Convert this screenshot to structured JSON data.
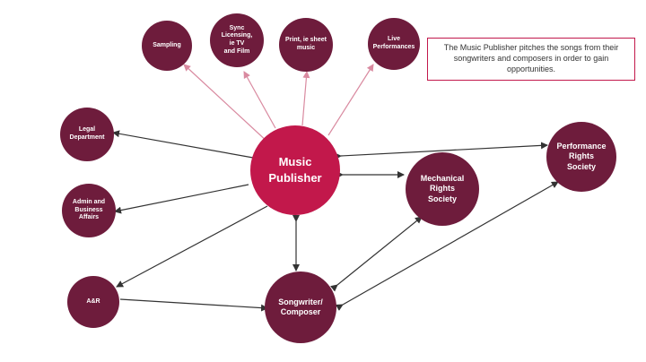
{
  "diagram": {
    "hub": {
      "label": "Music\nPublisher"
    },
    "nodes": {
      "sampling": "Sampling",
      "sync": "Sync\nLicensing,\nie TV\nand Film",
      "print": "Print, ie sheet\nmusic",
      "live": "Live\nPerformances",
      "legal": "Legal\nDepartment",
      "admin": "Admin and\nBusiness\nAffairs",
      "anr": "A&R",
      "songwriter": "Songwriter/\nComposer",
      "mechanical": "Mechanical\nRights\nSociety",
      "performance": "Performance\nRights\nSociety"
    },
    "note": "The Music Publisher pitches the songs from their songwriters and composers in order to gain opportunities."
  },
  "colors": {
    "hub": "#c2184b",
    "node": "#6e1c3c",
    "pitch_arrow": "#d98aa0",
    "arrow": "#333333",
    "note_border": "#c2184b"
  }
}
